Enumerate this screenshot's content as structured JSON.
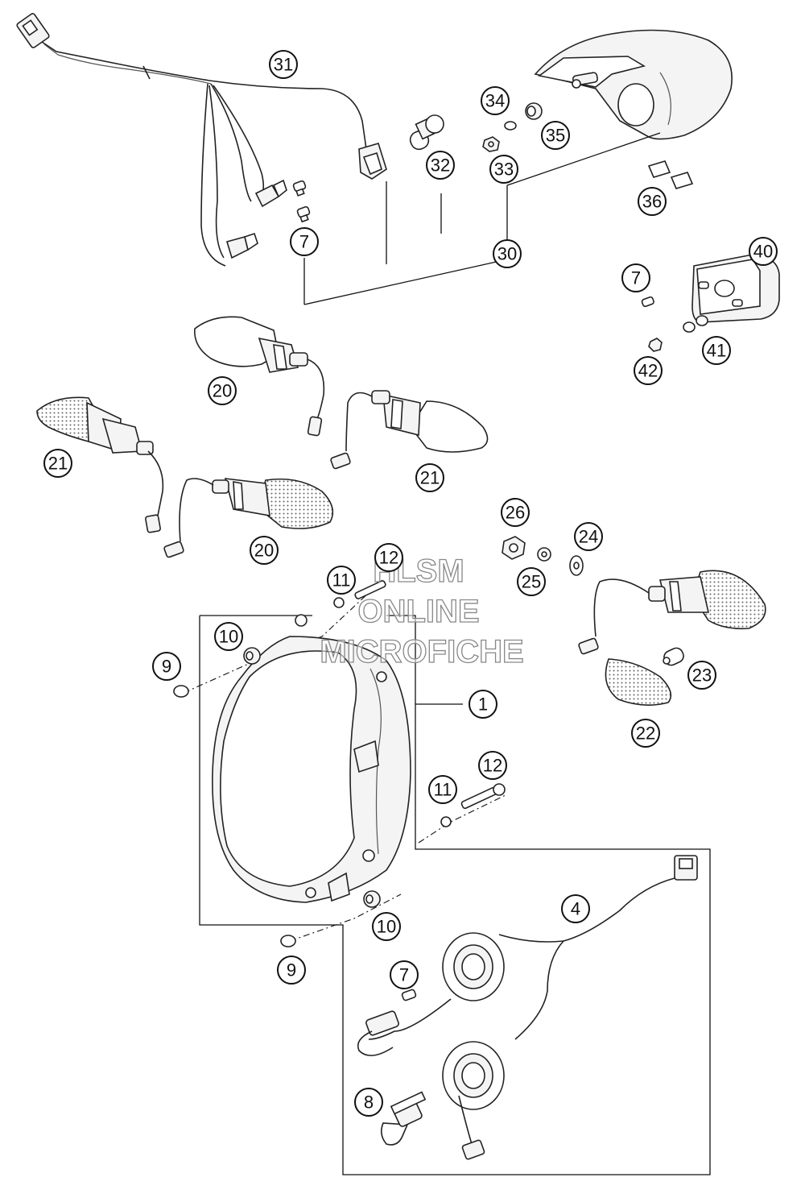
{
  "watermark": {
    "line1": "HLSM",
    "line2": "ONLINE",
    "line3": "MICROFICHE"
  },
  "callouts": [
    {
      "id": "c31",
      "number": "31"
    },
    {
      "id": "c34",
      "number": "34"
    },
    {
      "id": "c35",
      "number": "35"
    },
    {
      "id": "c32",
      "number": "32"
    },
    {
      "id": "c33",
      "number": "33"
    },
    {
      "id": "c36",
      "number": "36"
    },
    {
      "id": "c7a",
      "number": "7"
    },
    {
      "id": "c30",
      "number": "30"
    },
    {
      "id": "c40",
      "number": "40"
    },
    {
      "id": "c7b",
      "number": "7"
    },
    {
      "id": "c41",
      "number": "41"
    },
    {
      "id": "c42",
      "number": "42"
    },
    {
      "id": "c20a",
      "number": "20"
    },
    {
      "id": "c21a",
      "number": "21"
    },
    {
      "id": "c21b",
      "number": "21"
    },
    {
      "id": "c20b",
      "number": "20"
    },
    {
      "id": "c26",
      "number": "26"
    },
    {
      "id": "c24",
      "number": "24"
    },
    {
      "id": "c25",
      "number": "25"
    },
    {
      "id": "c12a",
      "number": "12"
    },
    {
      "id": "c11a",
      "number": "11"
    },
    {
      "id": "c10a",
      "number": "10"
    },
    {
      "id": "c9a",
      "number": "9"
    },
    {
      "id": "c1",
      "number": "1"
    },
    {
      "id": "c23",
      "number": "23"
    },
    {
      "id": "c22",
      "number": "22"
    },
    {
      "id": "c12b",
      "number": "12"
    },
    {
      "id": "c11b",
      "number": "11"
    },
    {
      "id": "c4",
      "number": "4"
    },
    {
      "id": "c10b",
      "number": "10"
    },
    {
      "id": "c9b",
      "number": "9"
    },
    {
      "id": "c7c",
      "number": "7"
    },
    {
      "id": "c8",
      "number": "8"
    }
  ]
}
